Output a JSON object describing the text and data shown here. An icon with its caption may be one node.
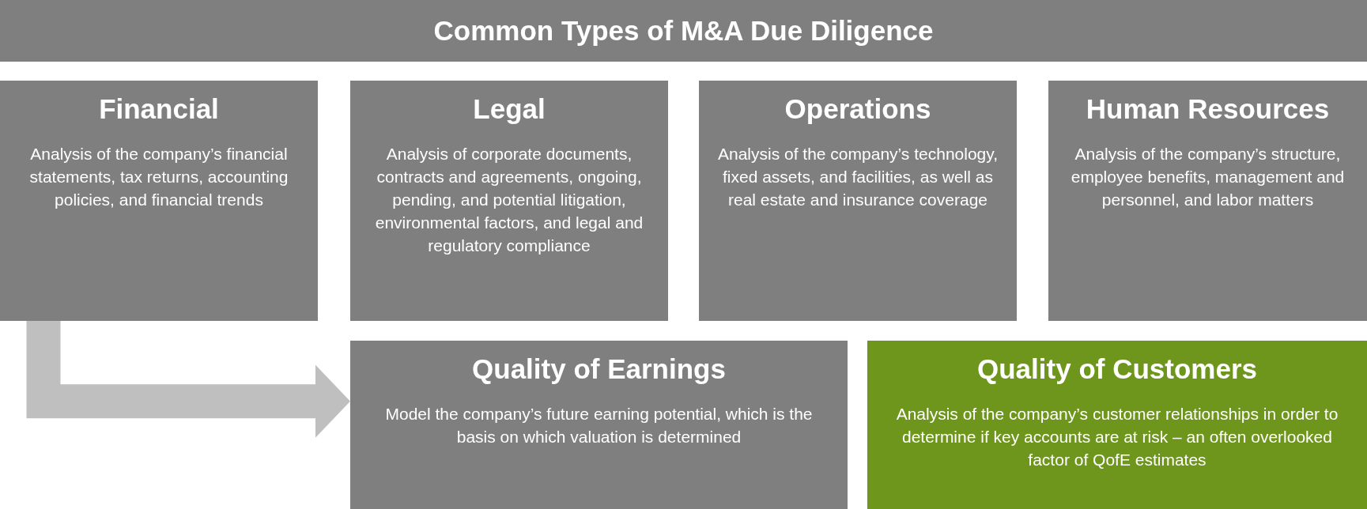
{
  "diagram": {
    "title": "Common Types of M&A Due Diligence",
    "nodes": [
      {
        "text": [
          "Financial",
          "Analysis of the company’s financial statements, tax returns, accounting policies, and financial trends"
        ]
      },
      {
        "text": [
          "Legal",
          "Analysis of corporate documents, contracts and agreements, ongoing, pending, and potential litigation, environmental factors, and legal and regulatory compliance"
        ]
      },
      {
        "text": [
          "Operations",
          "Analysis of the company’s technology, fixed assets, and facilities, as well as real estate and insurance coverage"
        ]
      },
      {
        "text": [
          "Human Resources",
          "Analysis of the company’s structure, employee benefits, management and personnel, and labor matters"
        ]
      },
      {
        "text": [
          "Quality of Earnings",
          "Model the company’s future earning potential, which is the basis on which valuation is determined"
        ]
      },
      {
        "text": [
          "Quality of Customers",
          "Analysis of the company’s customer relationships in order to determine if key accounts are at risk – an often overlooked factor of QofE estimates"
        ]
      }
    ],
    "edges": [
      {
        "from": 0,
        "to": 4,
        "arrow": "to"
      }
    ]
  }
}
